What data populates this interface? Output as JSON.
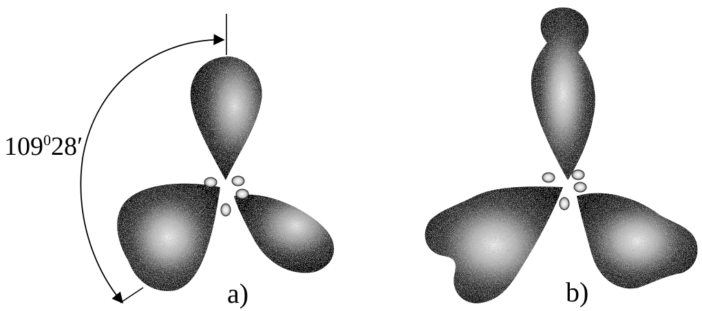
{
  "figure": {
    "angle_label": {
      "main": "109",
      "superscript": "0",
      "minutes": "28′"
    },
    "panel_a_label": "a)",
    "panel_b_label": "b)",
    "colors": {
      "lobe_dark": "#0a0a0a",
      "lobe_highlight": "#f2f2f2",
      "background": "#ffffff",
      "line": "#000000"
    }
  }
}
